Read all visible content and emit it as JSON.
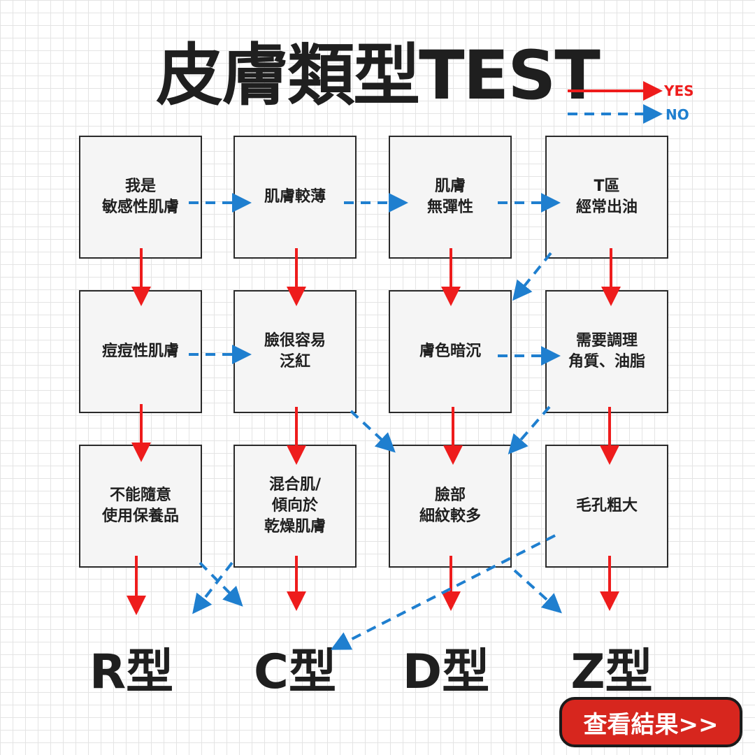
{
  "title": "皮膚類型TEST",
  "legend": {
    "yes_label": "YES",
    "no_label": "NO",
    "yes_color": "#ee1c1c",
    "no_color": "#1f7fcf"
  },
  "boxes": {
    "b11": "我是\n敏感性肌膚",
    "b12": "肌膚較薄",
    "b13": "肌膚\n無彈性",
    "b14": "T區\n經常出油",
    "b21": "痘痘性肌膚",
    "b22": "臉很容易\n泛紅",
    "b23": "膚色暗沉",
    "b24": "需要調理\n角質、油脂",
    "b31": "不能隨意\n使用保養品",
    "b32": "混合肌/\n傾向於\n乾燥肌膚",
    "b33": "臉部\n細紋較多",
    "b34": "毛孔粗大"
  },
  "results": {
    "r": "R型",
    "c": "C型",
    "d": "D型",
    "z": "Z型"
  },
  "cta": {
    "label": "查看結果>>"
  }
}
